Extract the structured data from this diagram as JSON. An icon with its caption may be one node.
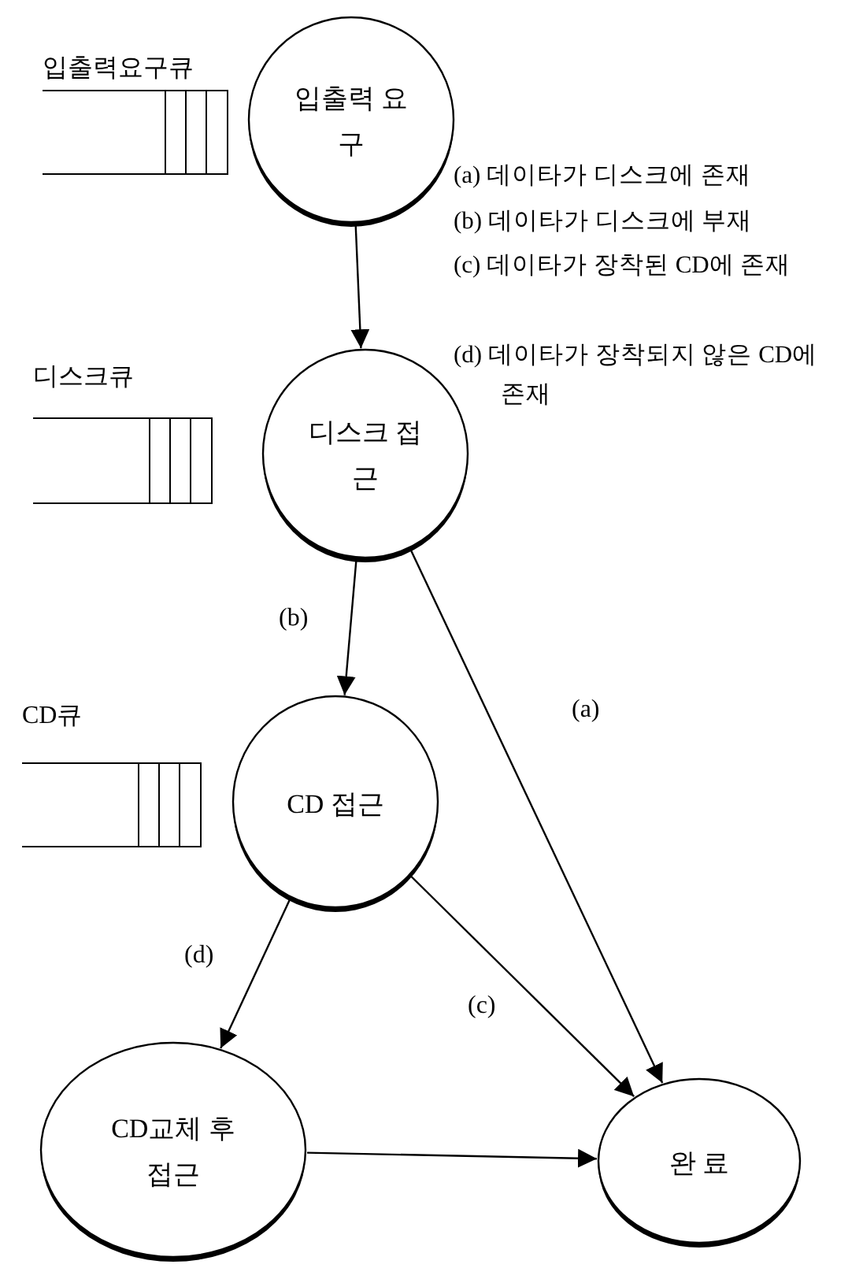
{
  "diagram": {
    "nodes": [
      {
        "text": [
          "입출력 요구"
        ]
      },
      {
        "text": [
          "디스크 접근"
        ]
      },
      {
        "text": [
          "CD 접근"
        ]
      },
      {
        "text": [
          "CD교체 후 접근"
        ]
      },
      {
        "text": [
          "완 료"
        ]
      },
      {
        "text": [
          "입출력요구큐"
        ]
      },
      {
        "text": [
          "디스크큐"
        ]
      },
      {
        "text": [
          "CD큐"
        ]
      }
    ],
    "edges": [
      {
        "from": 0,
        "to": 1,
        "arrow": "to"
      },
      {
        "from": 1,
        "to": 2,
        "arrow": "to",
        "label": "(b)"
      },
      {
        "from": 1,
        "to": 4,
        "arrow": "to",
        "label": "(a)"
      },
      {
        "from": 2,
        "to": 4,
        "arrow": "to",
        "label": "(c)"
      },
      {
        "from": 2,
        "to": 3,
        "arrow": "to",
        "label": "(d)"
      },
      {
        "from": 3,
        "to": 4,
        "arrow": "to"
      }
    ],
    "labels": [
      "(a) 데이타가 디스크에 존재",
      "(b) 데이타가 디스크에 부재",
      "(c) 데이타가 장착된 CD에 존재",
      "(d) 데이타가 장착되지 않은 CD에 존재"
    ]
  }
}
